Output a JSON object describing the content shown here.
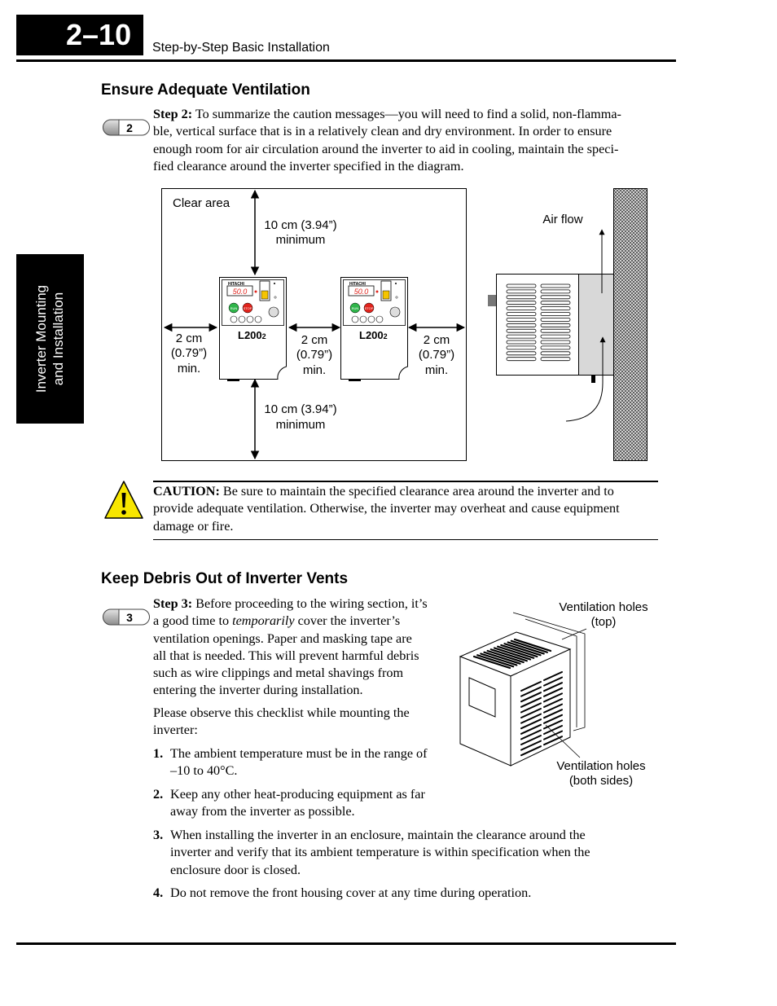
{
  "header": {
    "page_number": "2–10",
    "title": "Step-by-Step Basic Installation"
  },
  "side_tab": {
    "line1": "Inverter Mounting",
    "line2": "and Installation"
  },
  "section1": {
    "heading": "Ensure Adequate Ventilation",
    "step_number": "2",
    "step_label": "Step 2:",
    "step_lines": [
      "To summarize the caution messages—you will need to find a solid, non-flamma-",
      "ble, vertical surface that is in a relatively clean and dry environment. In order to ensure",
      "enough room for air circulation around the inverter to aid in cooling, maintain the speci-",
      "fied clearance around the inverter specified in the diagram."
    ]
  },
  "diagram1": {
    "clear_area": "Clear area",
    "top_line1": "10 cm (3.94”)",
    "top_line2": "minimum",
    "bottom_line1": "10 cm (3.94”)",
    "bottom_line2": "minimum",
    "side_line1": "2 cm",
    "side_line2": "(0.79”)",
    "side_line3": "min.",
    "model": "L200",
    "model_sub": "2",
    "brand": "HITACHI",
    "display": "50.0",
    "run": "RUN",
    "stop": "STOP",
    "air_flow": "Air flow"
  },
  "caution": {
    "label": "CAUTION:",
    "lines": [
      "Be sure to maintain the specified clearance area around the inverter and to",
      "provide adequate ventilation. Otherwise, the inverter may overheat and cause equipment",
      "damage or fire."
    ]
  },
  "section2": {
    "heading": "Keep Debris Out of Inverter Vents",
    "step_number": "3",
    "step_label": "Step 3:",
    "step_line1_rest": "Before proceeding to the wiring section, it’s",
    "step_line2_pre": "a good time to",
    "step_line2_em": "temporarily",
    "step_line2_post": "cover the inverter’s",
    "step_lines": [
      "ventilation openings. Paper and masking tape are",
      "all that is needed. This will prevent harmful debris",
      "such as wire clippings and metal shavings from",
      "entering the inverter during installation."
    ],
    "checklist_intro": [
      "Please observe this checklist while mounting the",
      "inverter:"
    ],
    "items": [
      {
        "num": "1.",
        "lines": [
          "The ambient temperature must be in the range of",
          "–10 to 40°C."
        ]
      },
      {
        "num": "2.",
        "lines": [
          "Keep any other heat-producing equipment as far",
          "away from the inverter as possible."
        ]
      },
      {
        "num": "3.",
        "lines": [
          "When installing the inverter in an enclosure, maintain the clearance around the",
          "inverter and verify that its ambient temperature is within specification when the",
          "enclosure door is closed."
        ]
      },
      {
        "num": "4.",
        "lines": [
          "Do not remove the front housing cover at any time during operation."
        ]
      }
    ]
  },
  "diagram2": {
    "top_label1": "Ventilation holes",
    "top_label2": "(top)",
    "side_label1": "Ventilation holes",
    "side_label2": "(both sides)"
  },
  "colors": {
    "warning_yellow": "#f7e600",
    "run_green": "#2fb54a",
    "stop_red": "#e0231c",
    "display_red": "#e0231c",
    "wall_gray": "#8a8a8a",
    "heatsink_gray": "#d8d8d8"
  }
}
